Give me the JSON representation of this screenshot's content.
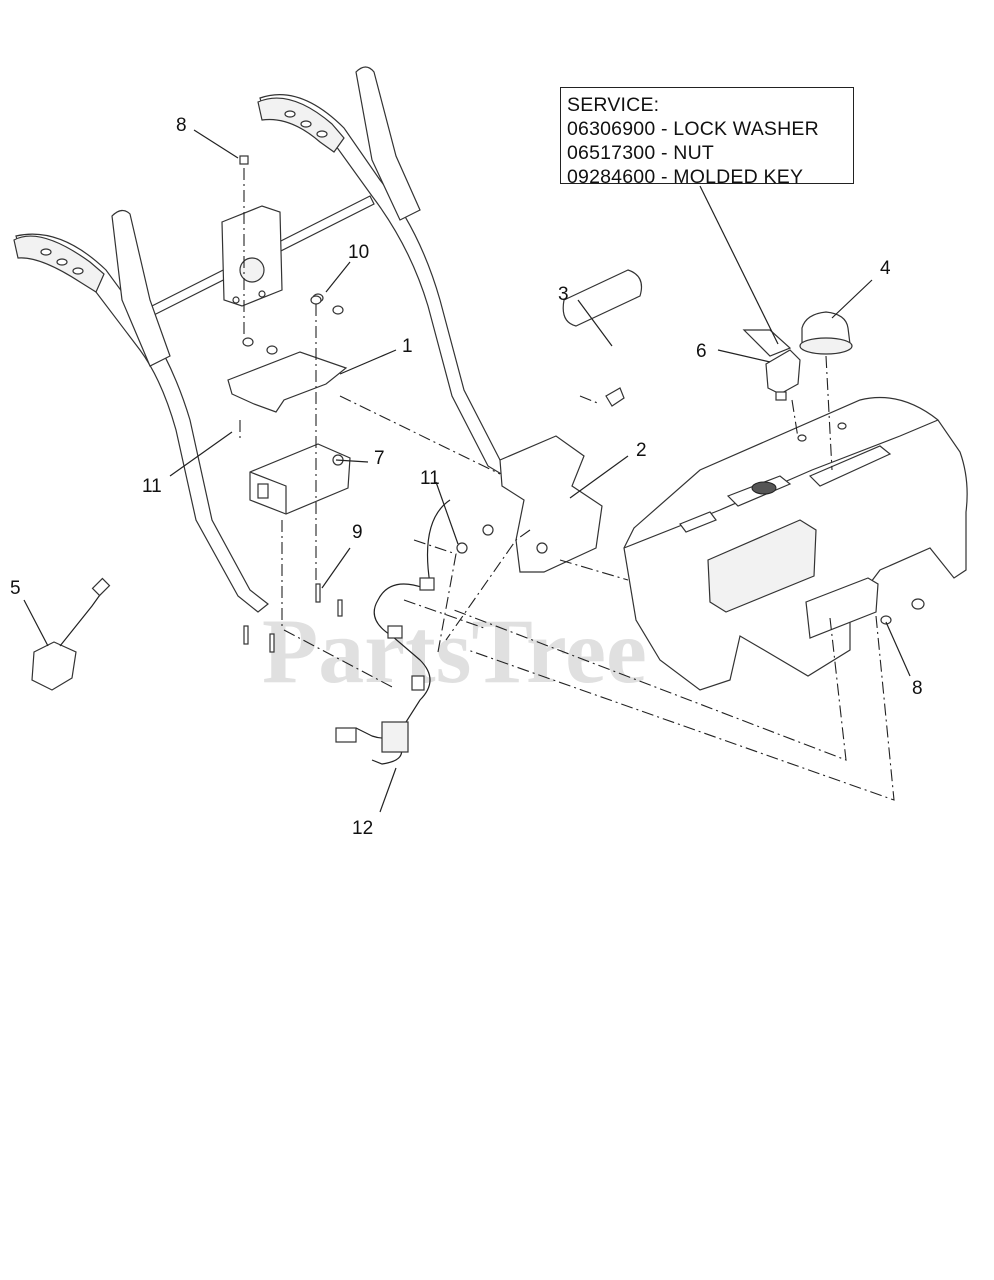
{
  "service_box": {
    "lines": [
      "SERVICE:",
      "06306900 - LOCK WASHER",
      "06517300 - NUT",
      "09284600 - MOLDED KEY"
    ]
  },
  "callouts": {
    "c1": "1",
    "c2": "2",
    "c3": "3",
    "c4": "4",
    "c5": "5",
    "c6": "6",
    "c7": "7",
    "c8_top": "8",
    "c8_right": "8",
    "c9": "9",
    "c10": "10",
    "c11_left": "11",
    "c11_mid": "11",
    "c12": "12"
  },
  "watermark": "PartsTree"
}
